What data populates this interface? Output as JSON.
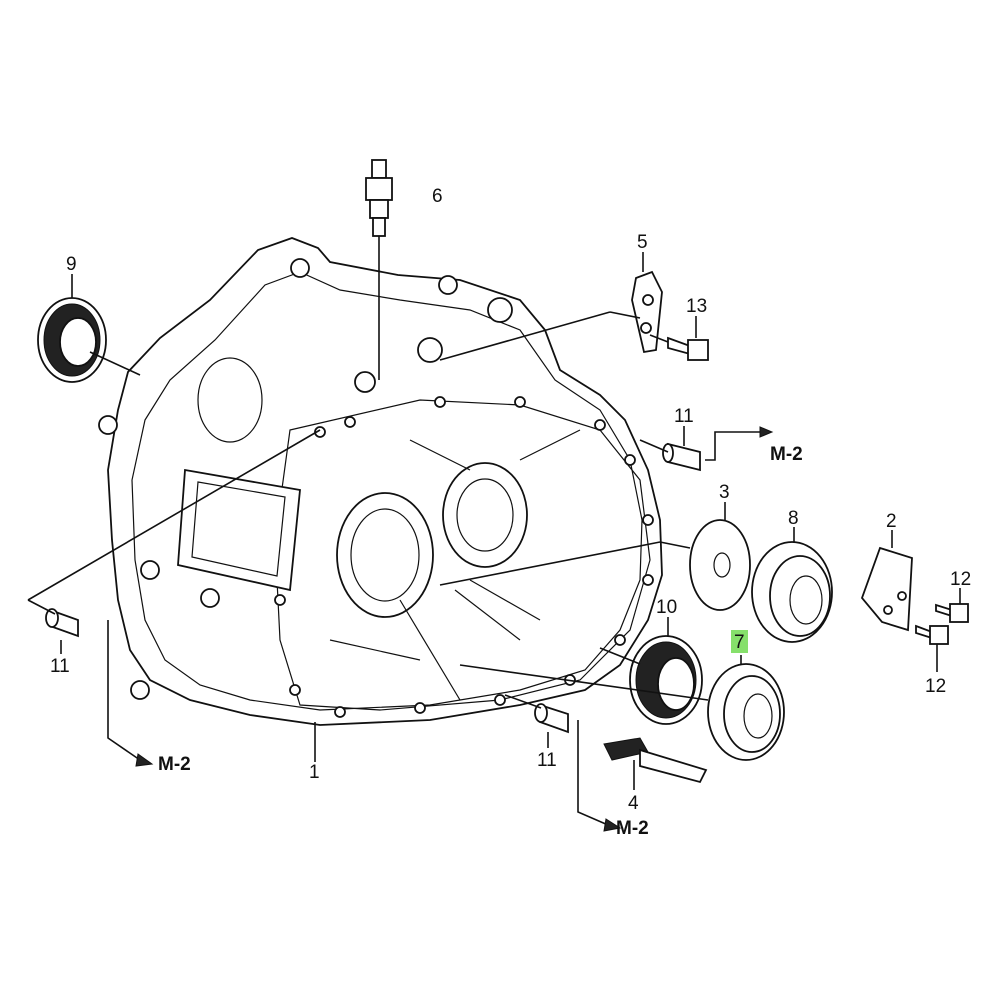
{
  "callouts": {
    "p1": "1",
    "p2": "2",
    "p3": "3",
    "p4": "4",
    "p5": "5",
    "p6": "6",
    "p7": "7",
    "p8": "8",
    "p9": "9",
    "p10": "10",
    "p11a": "11",
    "p11b": "11",
    "p11c": "11",
    "p12a": "12",
    "p12b": "12",
    "p13": "13"
  },
  "refs": {
    "r1": "M-2",
    "r2": "M-2",
    "r3": "M-2"
  },
  "colors": {
    "highlight": "#86e06b",
    "ink": "#111111"
  },
  "highlighted_part": "7"
}
